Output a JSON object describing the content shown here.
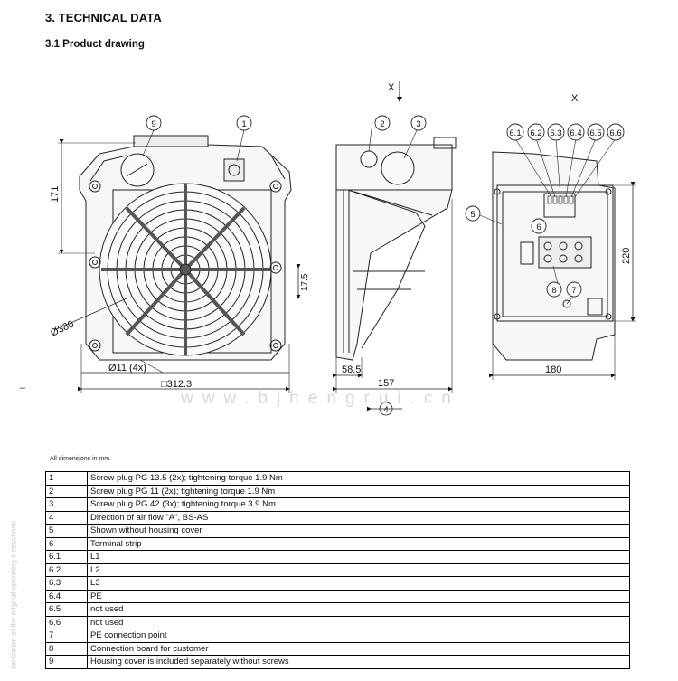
{
  "heading": "3. TECHNICAL DATA",
  "subheading": "3.1 Product drawing",
  "dimensions_note": "All dimensions in mm.",
  "side_note": "ranslation of the original operating instructions",
  "side_dash": "–",
  "watermark_url": "www.bjhengrui.cn",
  "drawing": {
    "view_arrow_x_top": "X",
    "view_arrow_x_right": "X",
    "dim_171": "171",
    "dim_380": "Ø380",
    "dim_11": "Ø11 (4x)",
    "dim_312": "□312.3",
    "dim_17_5": "17.5",
    "dim_58_5": "58.5",
    "dim_157": "157",
    "dim_180": "180",
    "dim_220": "220",
    "callouts": {
      "c9": "9",
      "c1": "1",
      "c2": "2",
      "c3": "3",
      "c4": "4",
      "c5": "5",
      "c6_1": "6.1",
      "c6_2": "6.2",
      "c6_3": "6.3",
      "c6_4": "6.4",
      "c6_5": "6.5",
      "c6_6": "6.6",
      "c6": "6",
      "c7": "7",
      "c8": "8"
    }
  },
  "legend": [
    {
      "num": "1",
      "text": "Screw plug PG 13.5 (2x); tightening torque 1.9 Nm"
    },
    {
      "num": "2",
      "text": "Screw plug PG 11 (2x); tightening torque 1.9 Nm"
    },
    {
      "num": "3",
      "text": "Screw plug PG 42 (3x); tightening torque 3.9 Nm"
    },
    {
      "num": "4",
      "text": "Direction of air flow \"A\", BS-AS"
    },
    {
      "num": "5",
      "text": "Shown without housing cover"
    },
    {
      "num": "6",
      "text": "Terminal strip"
    },
    {
      "num": "6.1",
      "text": "L1"
    },
    {
      "num": "6.2",
      "text": "L2"
    },
    {
      "num": "6.3",
      "text": "L3"
    },
    {
      "num": "6.4",
      "text": "PE"
    },
    {
      "num": "6.5",
      "text": "not used"
    },
    {
      "num": "6.6",
      "text": "not used"
    },
    {
      "num": "7",
      "text": "PE connection point"
    },
    {
      "num": "8",
      "text": "Connection board for customer"
    },
    {
      "num": "9",
      "text": "Housing cover is included separately without screws"
    }
  ]
}
